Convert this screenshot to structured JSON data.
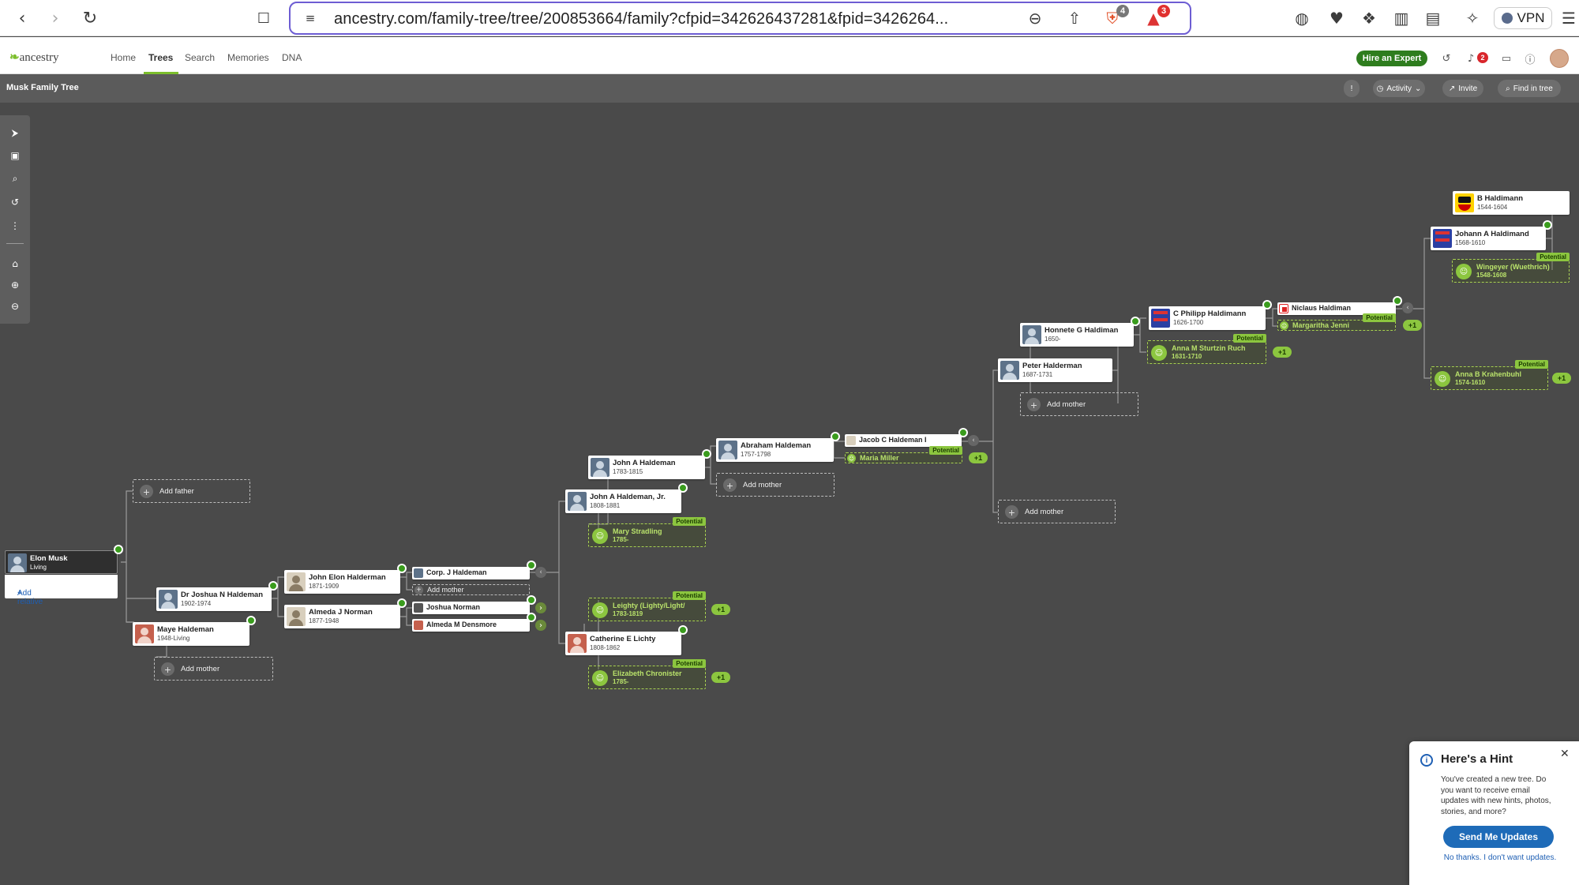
{
  "browser": {
    "url": "ancestry.com/family-tree/tree/200853664/family?cfpid=342626437281&fpid=3426264...",
    "brave_badge": "4",
    "alert_badge": "3",
    "vpn_label": "VPN"
  },
  "site_nav": {
    "logo": "ancestry",
    "links": [
      "Home",
      "Trees",
      "Search",
      "Memories",
      "DNA"
    ],
    "hire_label": "Hire an Expert",
    "notification_count": "2"
  },
  "tree_bar": {
    "tree_name": "Musk Family Tree",
    "activity_label": "Activity",
    "invite_label": "Invite",
    "find_label": "Find in tree"
  },
  "people": {
    "elon": {
      "name": "Elon Musk",
      "dates": "Living"
    },
    "joshua_n": {
      "name": "Dr Joshua N Haldeman",
      "dates": "1902-1974"
    },
    "maye": {
      "name": "Maye Haldeman",
      "dates": "1948-Living"
    },
    "john_elon": {
      "name": "John Elon Halderman",
      "dates": "1871-1909"
    },
    "almeda_norman": {
      "name": "Almeda J Norman",
      "dates": "1877-1948"
    },
    "corp_j": {
      "name": "Corp. J Haldeman"
    },
    "joshua_norman": {
      "name": "Joshua Norman"
    },
    "almeda_densmore": {
      "name": "Almeda M Densmore"
    },
    "john_a_jr": {
      "name": "John A Haldeman, Jr.",
      "dates": "1808-1881"
    },
    "catherine": {
      "name": "Catherine E Lichty",
      "dates": "1808-1862"
    },
    "john_a": {
      "name": "John A Haldeman",
      "dates": "1783-1815"
    },
    "abraham": {
      "name": "Abraham Haldeman",
      "dates": "1757-1798"
    },
    "jacob": {
      "name": "Jacob C Haldeman I"
    },
    "peter": {
      "name": "Peter Halderman",
      "dates": "1687-1731"
    },
    "honnete": {
      "name": "Honnete G Haldiman",
      "dates": "1650-"
    },
    "c_philipp": {
      "name": "C Philipp Haldimann",
      "dates": "1626-1700"
    },
    "niclaus": {
      "name": "Niclaus Haldiman"
    },
    "johann_a": {
      "name": "Johann A Haldimand",
      "dates": "1568-1610"
    },
    "b_haldimann": {
      "name": "B Haldimann",
      "dates": "1544-1604"
    }
  },
  "potentials": {
    "tag": "Potential",
    "mary": {
      "name": "Mary Stradling",
      "dates": "1785-"
    },
    "leighty": {
      "name": "Leighty (Lighty/Light/",
      "dates": "1783-1819"
    },
    "elizabeth": {
      "name": "Elizabeth Chronister",
      "dates": "1785-"
    },
    "maria": {
      "name": "Maria Miller"
    },
    "anna_m": {
      "name": "Anna M Sturtzin Ruch",
      "dates": "1631-1710"
    },
    "margaritha": {
      "name": "Margaritha Jenni"
    },
    "wingeyer": {
      "name": "Wingeyer (Wuethrich)",
      "dates": "1548-1608"
    },
    "anna_b": {
      "name": "Anna B Krahenbuhl",
      "dates": "1574-1610"
    },
    "plus_one": "+1"
  },
  "placeholders": {
    "add_father": "Add father",
    "add_mother": "Add mother",
    "add_relative": "Add relative"
  },
  "hint": {
    "title": "Here's a Hint",
    "body": "You've created a new tree. Do you want to receive email updates with new hints, photos, stories, and more?",
    "send_label": "Send Me Updates",
    "decline_label": "No thanks. I don't want updates."
  },
  "colors": {
    "canvas": "#4a4a4a",
    "accent_green": "#8cc63f",
    "hint_button": "#1e6bb8",
    "url_border": "#6d5dd3"
  }
}
